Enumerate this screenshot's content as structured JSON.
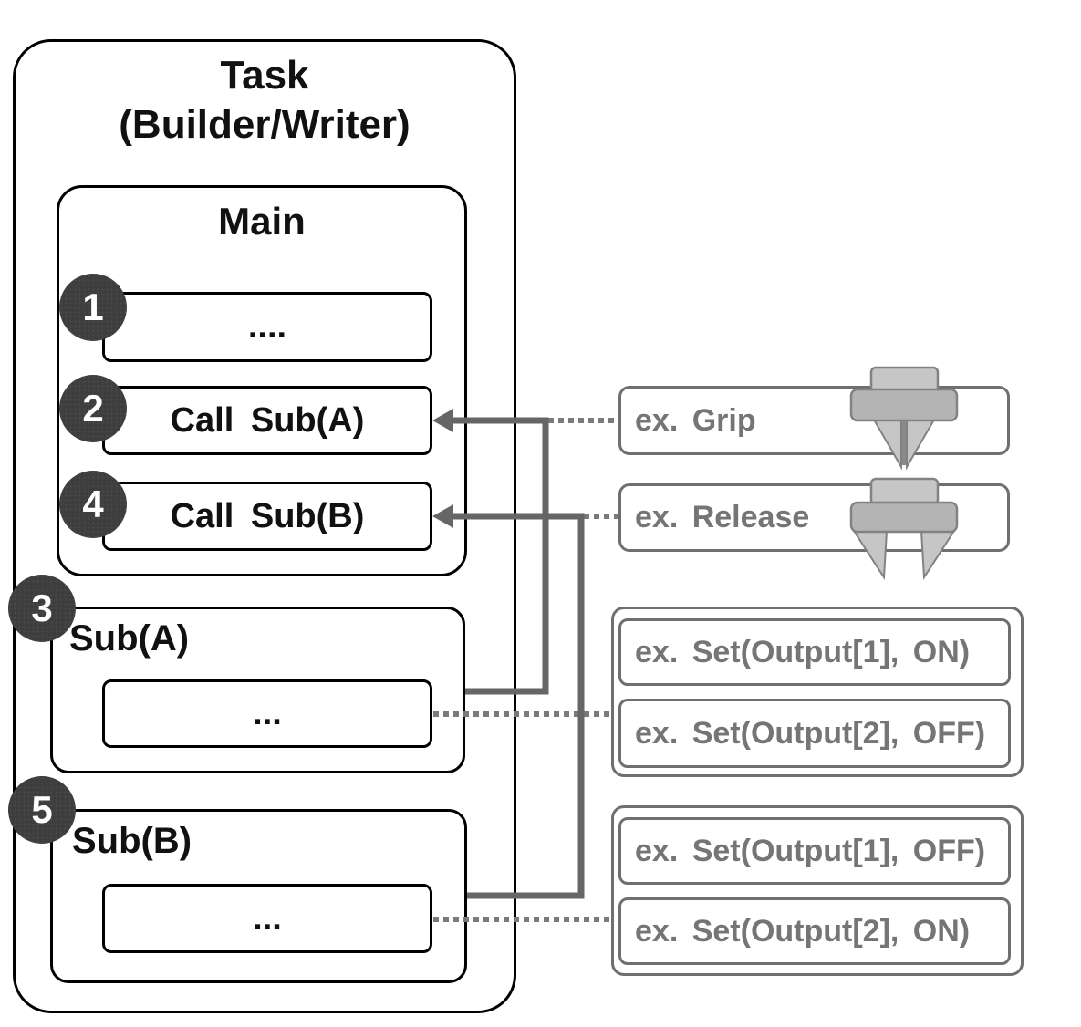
{
  "task": {
    "title": [
      "Task",
      "(Builder/Writer)"
    ]
  },
  "main": {
    "title": "Main",
    "steps": [
      {
        "badge": "1",
        "label": "...."
      },
      {
        "badge": "2",
        "label": "Call Sub(A)"
      },
      {
        "badge": "4",
        "label": "Call Sub(B)"
      }
    ]
  },
  "subroutines": [
    {
      "badge": "3",
      "title": "Sub(A)",
      "body": "..."
    },
    {
      "badge": "5",
      "title": "Sub(B)",
      "body": "..."
    }
  ],
  "annotations": {
    "grip": {
      "label": "ex. Grip",
      "icon": "gripper-closed-icon"
    },
    "release": {
      "label": "ex. Release",
      "icon": "gripper-open-icon"
    },
    "sub_a_examples": [
      "ex. Set(Output[1], ON)",
      "ex. Set(Output[2], OFF)"
    ],
    "sub_b_examples": [
      "ex. Set(Output[1], OFF)",
      "ex. Set(Output[2], ON)"
    ]
  },
  "colors": {
    "badge_fill": "#3e3e3e",
    "badge_text": "#ffffff",
    "box_border": "#000000",
    "annotation_border": "#6f6f6f",
    "annotation_text": "#757575",
    "connector_solid": "#666666",
    "connector_dotted": "#7a7a7a",
    "gripper_light": "#c6c6c6",
    "gripper_mid": "#b4b4b4",
    "gripper_stroke": "#828282"
  }
}
